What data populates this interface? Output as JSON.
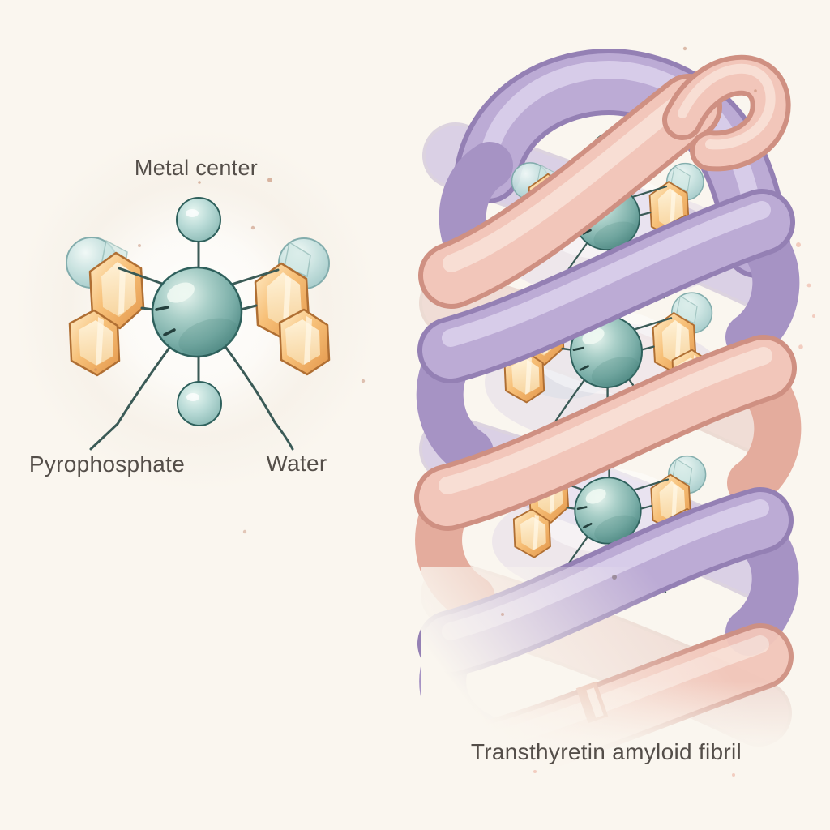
{
  "figure": {
    "background_color": "#faf6ef",
    "metal_center_panel": {
      "title": "Metal center",
      "pyrophosphate_label": "Pyrophosphate",
      "water_label": "Water"
    },
    "fibril_panel": {
      "caption": "Transthyretin amyloid fibril",
      "embedded_complex_count": "3"
    },
    "palette": {
      "metal_teal": "#8abcb6",
      "teal_outline": "#2e605c",
      "crystal_orange": "#f5b967",
      "crystal_outline": "#b06f33",
      "ribbon_pink": "#f2c6ba",
      "ribbon_pink_dark": "#cf9082",
      "ribbon_lavender": "#bcabd5",
      "ribbon_lavender_dark": "#9480b4",
      "bond_color": "#3a5a56",
      "text_color": "#544e49",
      "speckle_rust": "#bd7f63"
    }
  }
}
